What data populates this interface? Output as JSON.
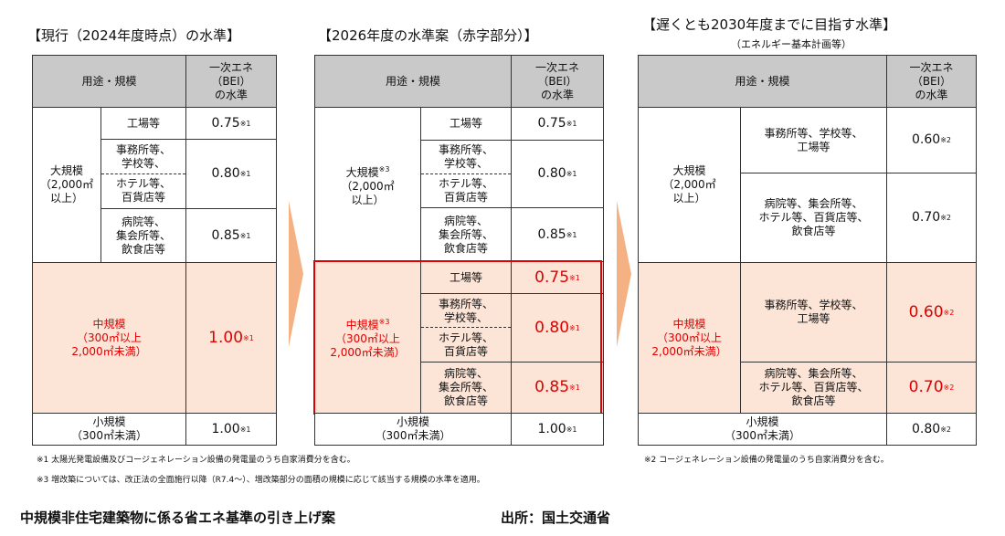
{
  "tables": [
    {
      "title": "【現行（2024年度時点）の水準】",
      "header": {
        "use": "用途・規模",
        "bei": "一次エネ\n（BEI）\nの水準"
      },
      "large": {
        "label": "大規模\n（2,000㎡\n以上）"
      },
      "rows": [
        {
          "use": "工場等",
          "value": "0.75",
          "note": "※1"
        },
        {
          "use_a": "事務所等、\n学校等、",
          "use_b": "ホテル等、\n百貨店等",
          "value": "0.80",
          "note": "※1"
        },
        {
          "use": "病院等、\n集会所等、\n飲食店等",
          "value": "0.85",
          "note": "※1"
        }
      ],
      "medium": {
        "label": "中規模\n（300㎡以上\n2,000㎡未満）",
        "value": "1.00",
        "note": "※1"
      },
      "small": {
        "label": "小規模\n（300㎡未満）",
        "value": "1.00",
        "note": "※1"
      }
    },
    {
      "title": "【2026年度の水準案（赤字部分）】",
      "header": {
        "use": "用途・規模",
        "bei": "一次エネ\n（BEI）\nの水準"
      },
      "large": {
        "label": "大規模",
        "label_note": "※3",
        "label_rest": "（2,000㎡\n以上）"
      },
      "rows": [
        {
          "use": "工場等",
          "value": "0.75",
          "note": "※1"
        },
        {
          "use_a": "事務所等、\n学校等、",
          "use_b": "ホテル等、\n百貨店等",
          "value": "0.80",
          "note": "※1"
        },
        {
          "use": "病院等、\n集会所等、\n飲食店等",
          "value": "0.85",
          "note": "※1"
        }
      ],
      "medium": {
        "label": "中規模",
        "label_note": "※3",
        "label_rest": "（300㎡以上\n2,000㎡未満）",
        "rows": [
          {
            "use": "工場等",
            "value": "0.75",
            "note": "※1"
          },
          {
            "use_a": "事務所等、\n学校等、",
            "use_b": "ホテル等、\n百貨店等",
            "value": "0.80",
            "note": "※1"
          },
          {
            "use": "病院等、\n集会所等、\n飲食店等",
            "value": "0.85",
            "note": "※1"
          }
        ]
      },
      "small": {
        "label": "小規模\n（300㎡未満）",
        "value": "1.00",
        "note": "※1"
      }
    },
    {
      "title": "【遅くとも2030年度までに目指す水準】",
      "subtitle": "（エネルギー基本計画等）",
      "header": {
        "use": "用途・規模",
        "bei": "一次エネ\n（BEI）\nの水準"
      },
      "large": {
        "label": "大規模\n（2,000㎡\n以上）"
      },
      "rows": [
        {
          "use": "事務所等、学校等、\n工場等",
          "value": "0.60",
          "note": "※2"
        },
        {
          "use": "病院等、集会所等、\nホテル等、百貨店等、\n飲食店等",
          "value": "0.70",
          "note": "※2"
        }
      ],
      "medium": {
        "label": "中規模\n（300㎡以上\n2,000㎡未満）",
        "rows": [
          {
            "use": "事務所等、学校等、\n工場等",
            "value": "0.60",
            "note": "※2"
          },
          {
            "use": "病院等、集会所等、\nホテル等、百貨店等、\n飲食店等",
            "value": "0.70",
            "note": "※2"
          }
        ]
      },
      "small": {
        "label": "小規模\n（300㎡未満）",
        "value": "0.80",
        "note": "※2"
      }
    }
  ],
  "notes": {
    "n1": "※1  太陽光発電設備及びコージェネレーション設備の発電量のうち自家消費分を含む。",
    "n3": "※3  増改築については、改正法の全面施行以降（R7.4～）、増改築部分の面積の規模に応じて該当する規模の水準を適用。",
    "n2": "※2  コージェネレーション設備の発電量のうち自家消費分を含む。"
  },
  "caption": {
    "title": "中規模非住宅建築物に係る省エネ基準の引き上げ案",
    "source": "出所：国土交通省"
  },
  "colors": {
    "peach": "#fce4d6",
    "header": "#c9c9c9",
    "red": "#e00000",
    "arrow": "#f4b183"
  }
}
